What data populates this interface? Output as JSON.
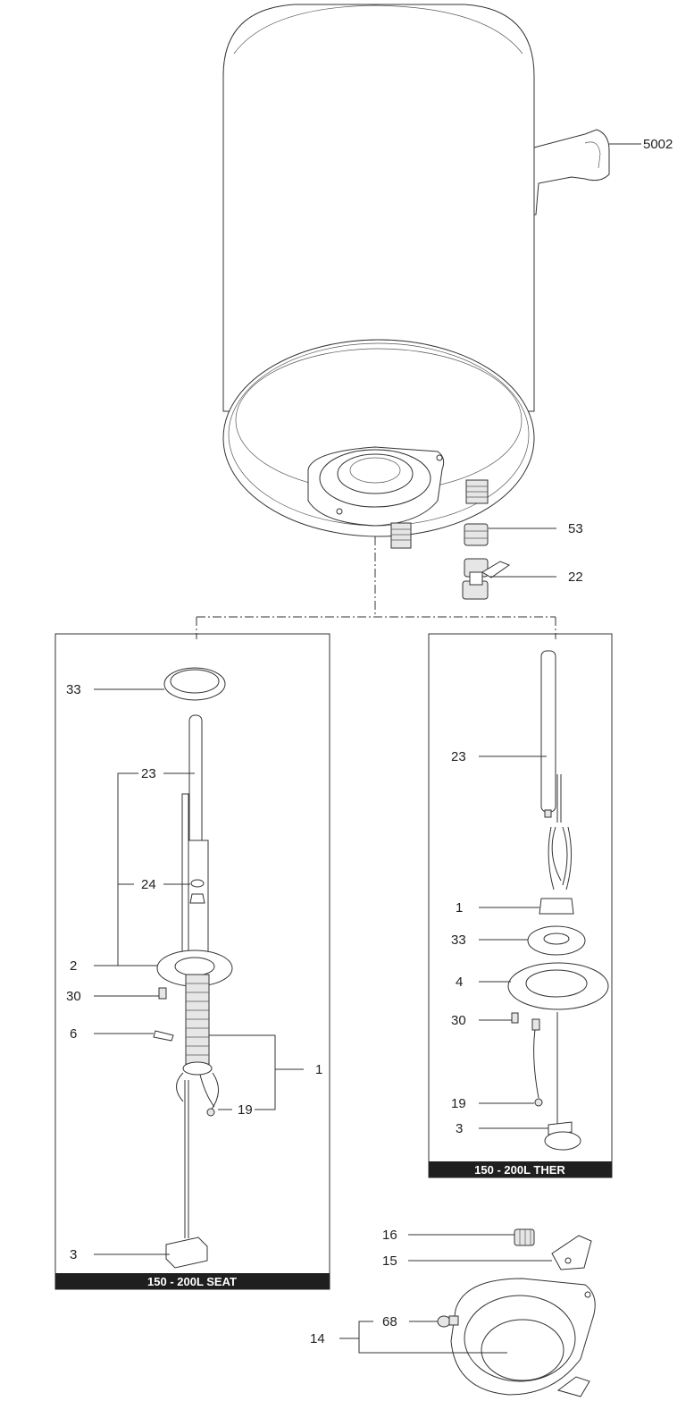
{
  "panels": {
    "left_title": "150 - 200L SEAT",
    "right_title": "150 - 200L THER"
  },
  "callouts": {
    "top_5002": "5002",
    "top_53": "53",
    "top_22": "22",
    "left_33": "33",
    "left_23": "23",
    "left_24": "24",
    "left_2": "2",
    "left_30": "30",
    "left_6": "6",
    "left_1": "1",
    "left_19": "19",
    "left_3": "3",
    "right_23": "23",
    "right_1": "1",
    "right_33": "33",
    "right_4": "4",
    "right_30": "30",
    "right_19": "19",
    "right_3": "3",
    "bottom_16": "16",
    "bottom_15": "15",
    "bottom_68": "68",
    "bottom_14": "14"
  }
}
